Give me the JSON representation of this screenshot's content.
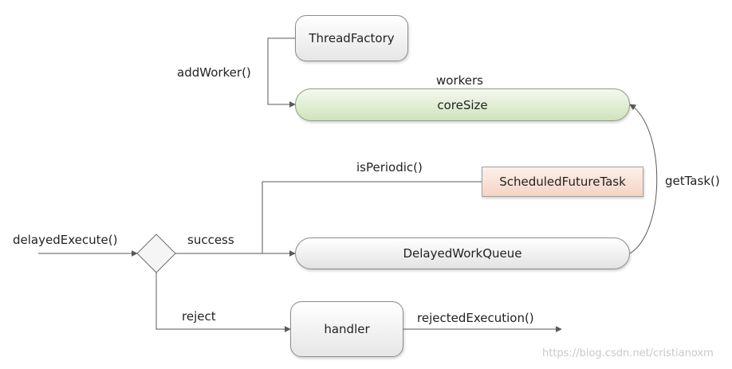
{
  "nodes": {
    "thread_factory": "ThreadFactory",
    "workers_pool": "coreSize",
    "scheduled_task": "ScheduledFutureTask",
    "delayed_work_queue": "DelayedWorkQueue",
    "handler": "handler"
  },
  "labels": {
    "add_worker": "addWorker()",
    "workers": "workers",
    "is_periodic": "isPeriodic()",
    "get_task": "getTask()",
    "delayed_execute": "delayedExecute()",
    "success": "success",
    "reject": "reject",
    "rejected_execution": "rejectedExecution()"
  },
  "watermark": "https://blog.csdn.net/cristianoxm",
  "colors": {
    "workers_fill": "#d6e8c6",
    "task_fill": "#f7d9cb",
    "line": "#595959",
    "watermark": "#c9c9c9"
  }
}
